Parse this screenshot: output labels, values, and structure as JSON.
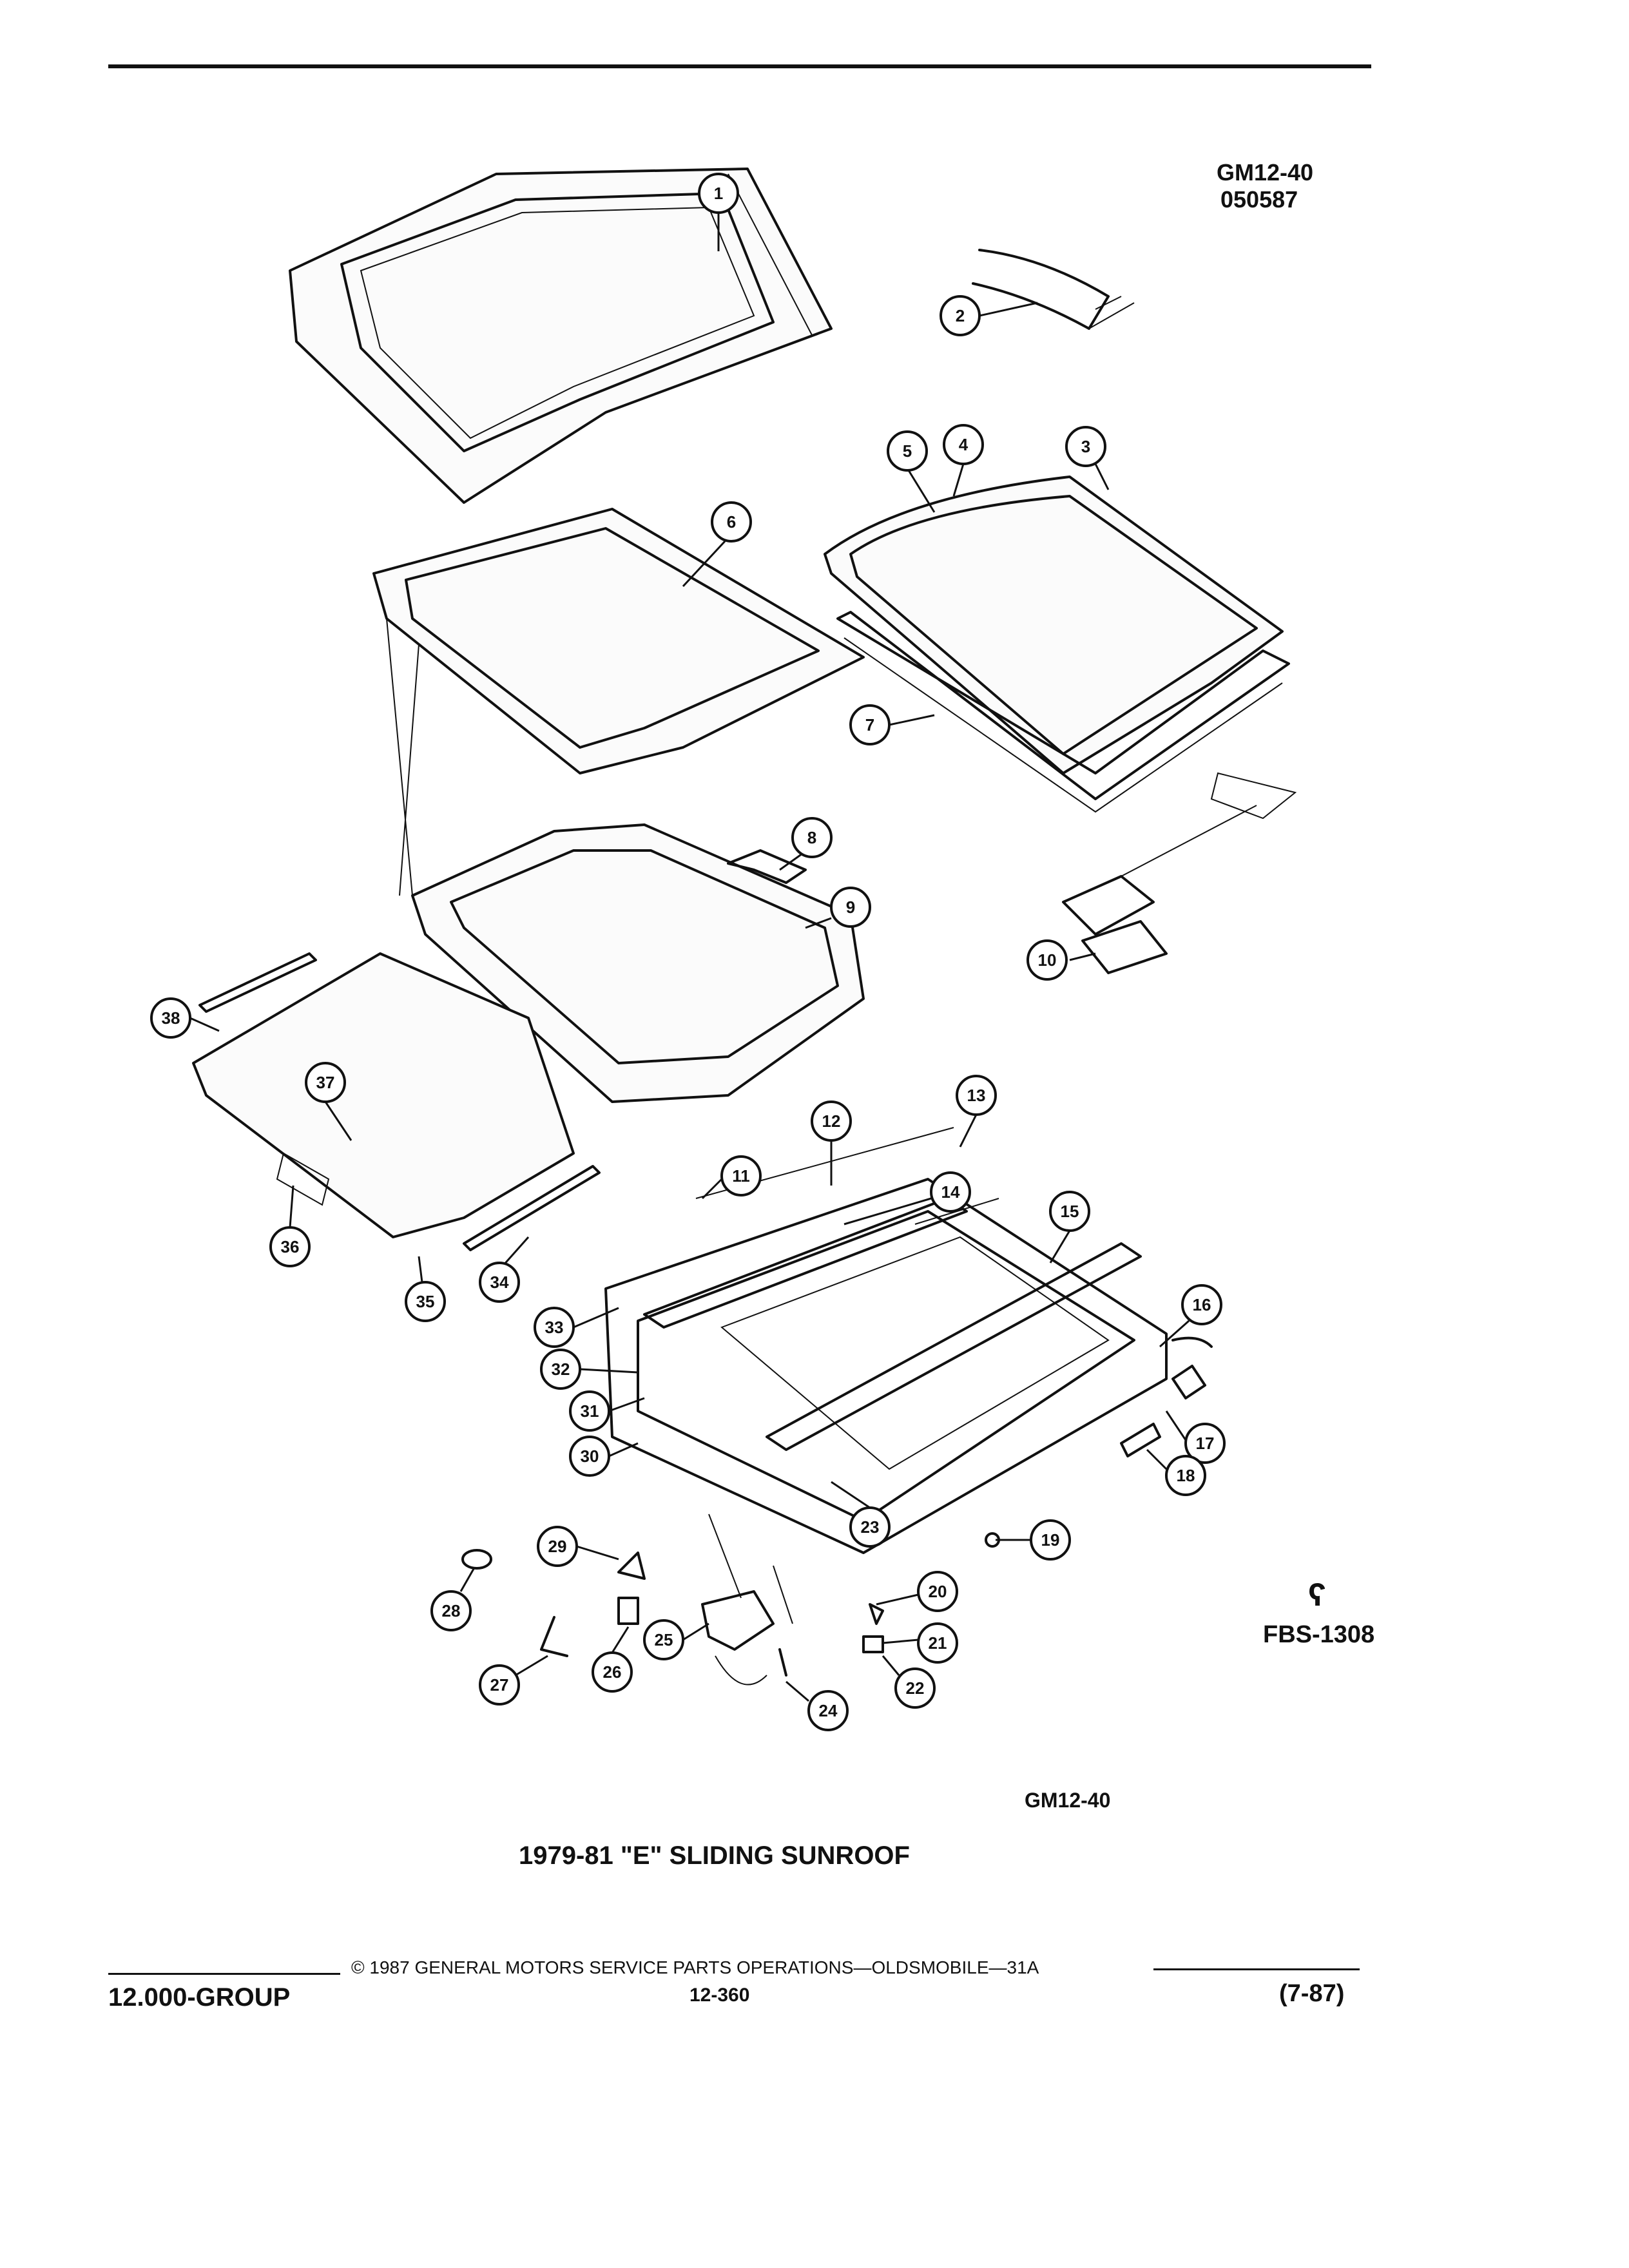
{
  "header": {
    "code_primary": "GM12-40",
    "code_secondary": "050587"
  },
  "diagram": {
    "callouts": [
      "1",
      "2",
      "3",
      "4",
      "5",
      "6",
      "7",
      "8",
      "9",
      "10",
      "11",
      "12",
      "13",
      "14",
      "15",
      "16",
      "17",
      "18",
      "19",
      "20",
      "21",
      "22",
      "23",
      "24",
      "25",
      "26",
      "27",
      "28",
      "29",
      "30",
      "31",
      "32",
      "33",
      "34",
      "35",
      "36",
      "37",
      "38"
    ],
    "logo_mark": "ʕ",
    "figure_code": "FBS-1308"
  },
  "caption": {
    "code": "GM12-40",
    "title": "1979-81 \"E\" SLIDING SUNROOF"
  },
  "footer": {
    "copyright": "© 1987 GENERAL MOTORS SERVICE PARTS OPERATIONS—OLDSMOBILE—31A",
    "group": "12.000-GROUP",
    "page": "12-360",
    "revision": "(7-87)"
  }
}
